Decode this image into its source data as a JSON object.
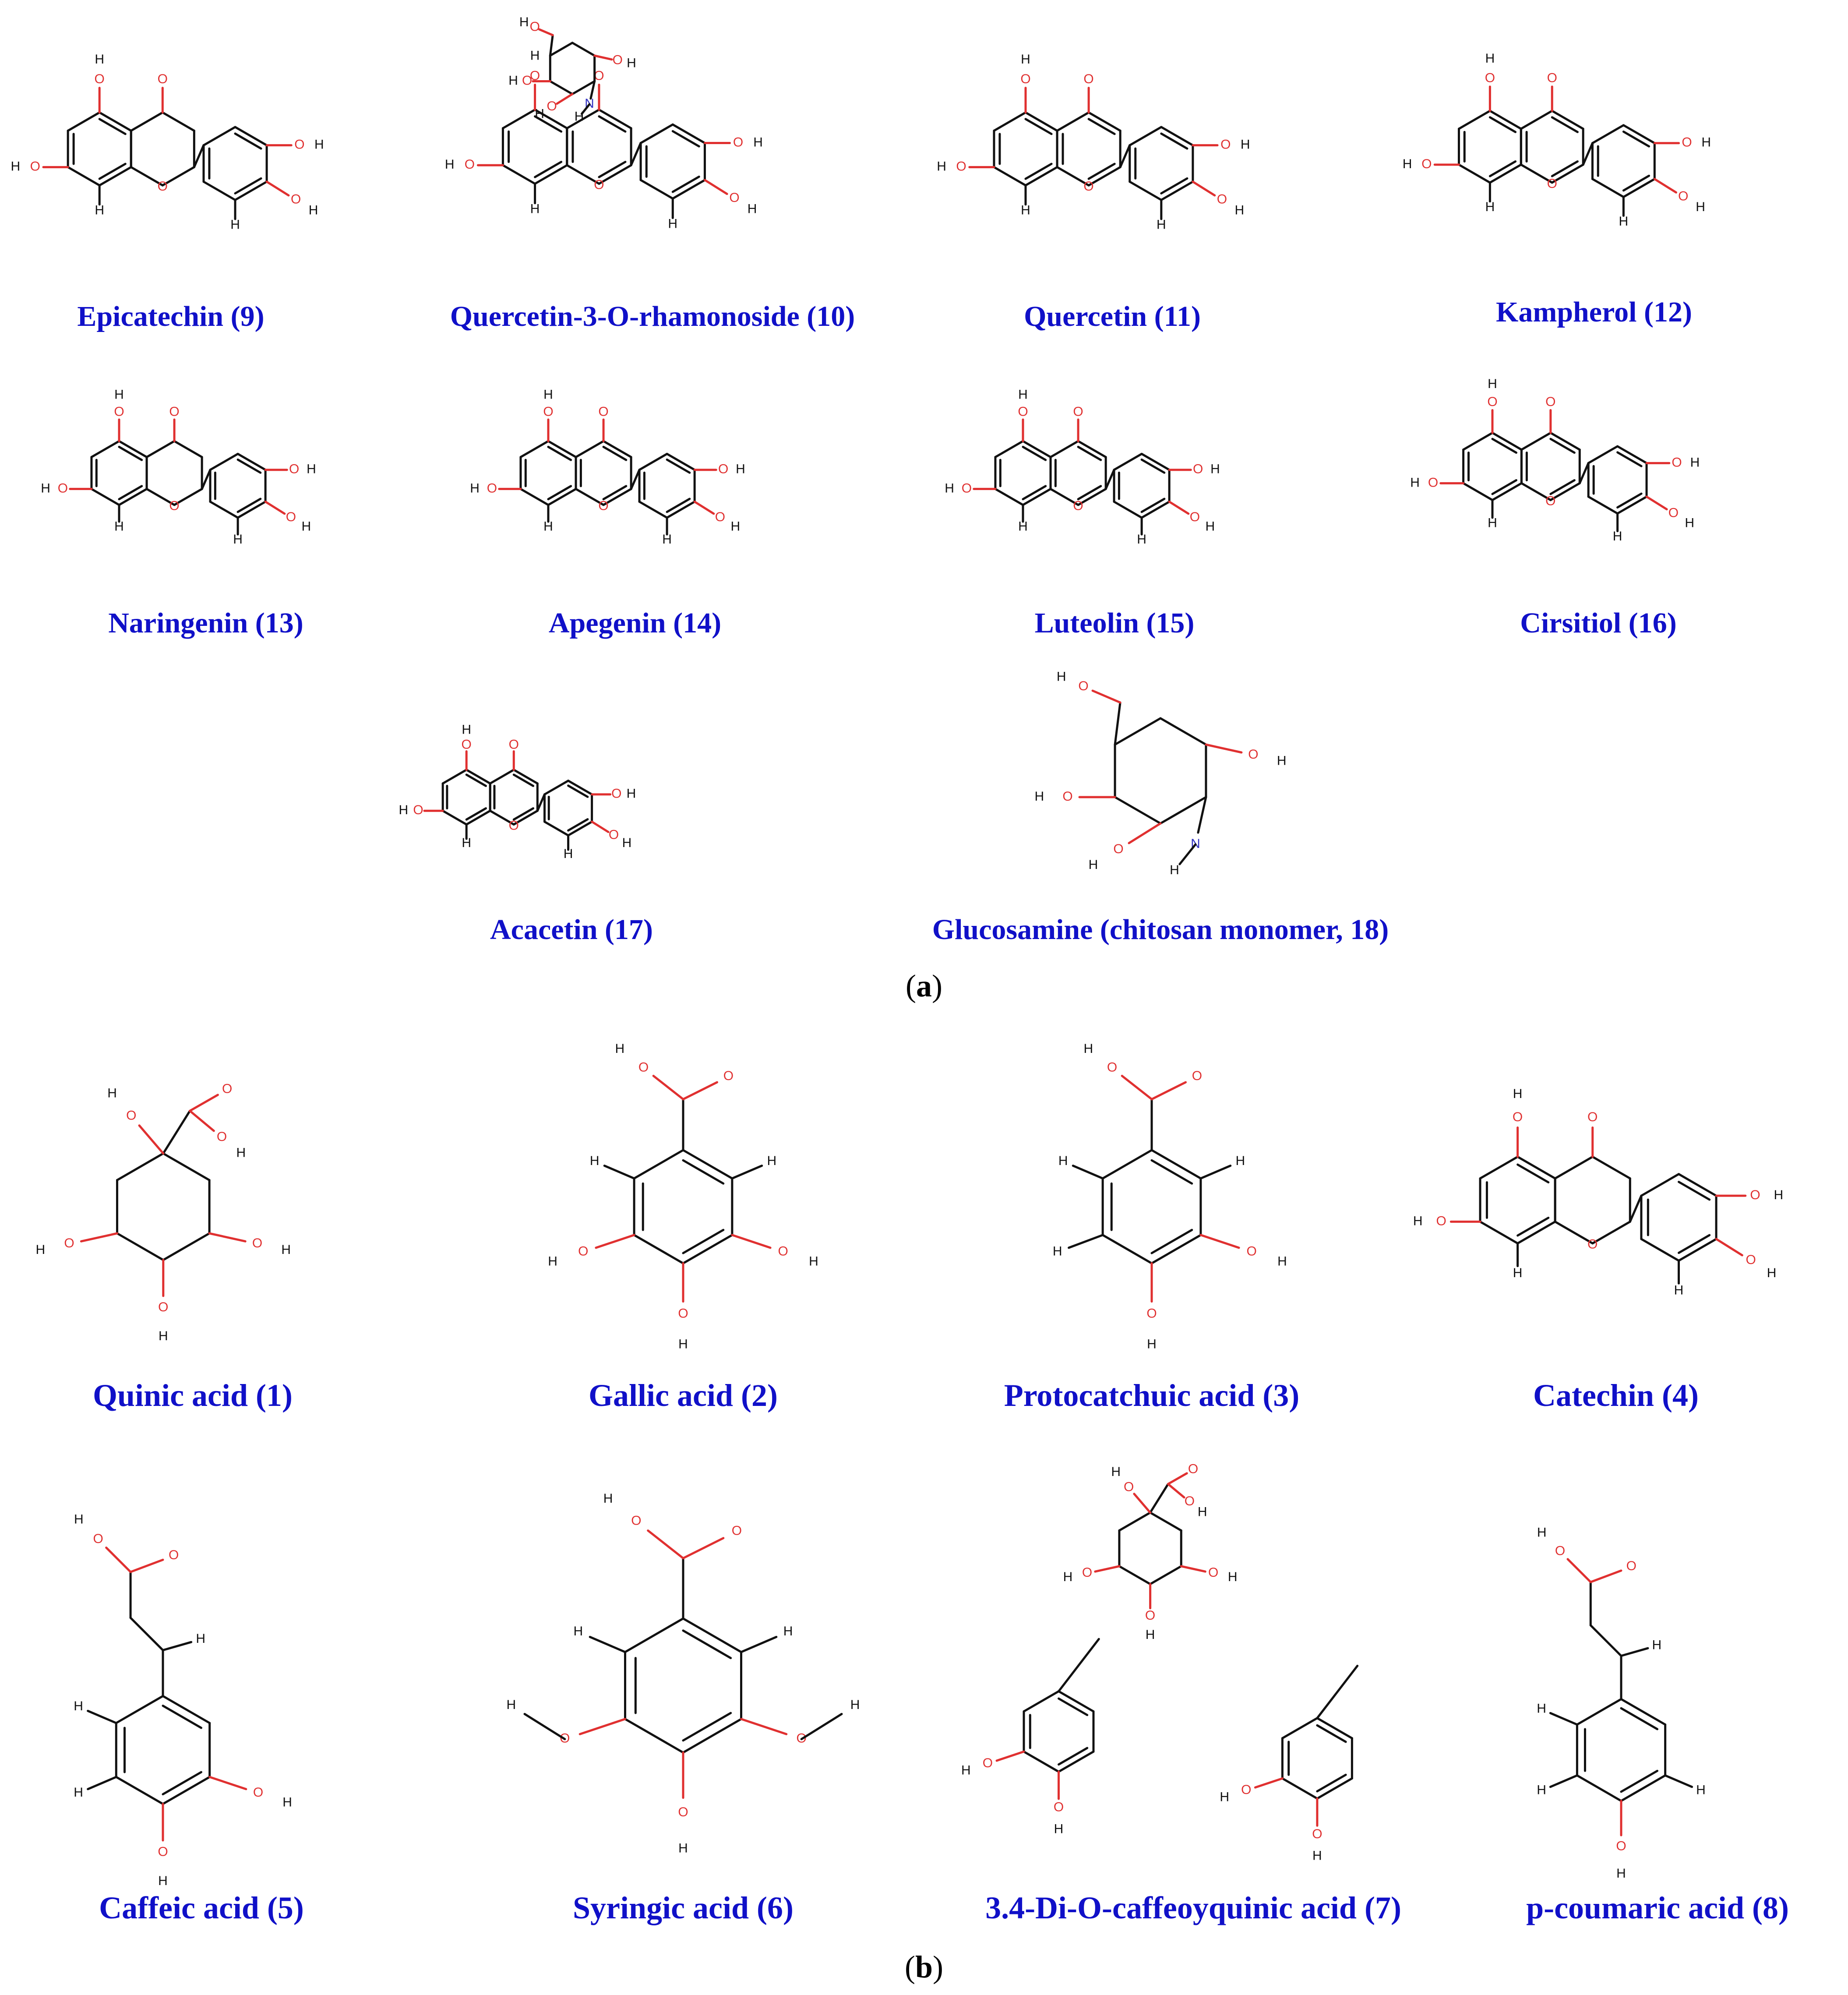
{
  "figure": {
    "panel_a_label": "a",
    "panel_b_label": "b",
    "colors": {
      "label": "#1010c8",
      "oxygen": "#e03030",
      "nitrogen": "#3030c0",
      "bond": "#111111"
    },
    "panel_a": [
      {
        "id": "c9",
        "label": "Epicatechin (9)",
        "type": "flavan"
      },
      {
        "id": "c10",
        "label": "Quercetin-3-O-rhamonoside (10)",
        "type": "glycoside"
      },
      {
        "id": "c11",
        "label": "Quercetin (11)",
        "type": "flavone"
      },
      {
        "id": "c12",
        "label": "Kampherol (12)",
        "type": "flavone"
      },
      {
        "id": "c13",
        "label": "Naringenin (13)",
        "type": "flavanone"
      },
      {
        "id": "c14",
        "label": "Apegenin (14)",
        "type": "flavone"
      },
      {
        "id": "c15",
        "label": "Luteolin (15)",
        "type": "flavone"
      },
      {
        "id": "c16",
        "label": "Cirsitiol (16)",
        "type": "flavone"
      },
      {
        "id": "c17",
        "label": "Acacetin (17)",
        "type": "flavone"
      },
      {
        "id": "c18",
        "label": "Glucosamine (chitosan monomer, 18)",
        "type": "sugar"
      }
    ],
    "panel_b": [
      {
        "id": "c1",
        "label": "Quinic acid (1)",
        "type": "cyclohexane"
      },
      {
        "id": "c2",
        "label": "Gallic acid (2)",
        "type": "benzoic"
      },
      {
        "id": "c3",
        "label": "Protocatchuic acid (3)",
        "type": "benzoic"
      },
      {
        "id": "c4",
        "label": "Catechin (4)",
        "type": "flavan"
      },
      {
        "id": "c5",
        "label": "Caffeic acid (5)",
        "type": "cinnamic"
      },
      {
        "id": "c6",
        "label": "Syringic acid (6)",
        "type": "benzoic"
      },
      {
        "id": "c7",
        "label": "3.4-Di-O-caffeoyquinic acid (7)",
        "type": "diester"
      },
      {
        "id": "c8",
        "label": "p-coumaric acid (8)",
        "type": "cinnamic"
      }
    ],
    "atom_labels": {
      "o": "O",
      "h": "H",
      "n": "N"
    }
  }
}
